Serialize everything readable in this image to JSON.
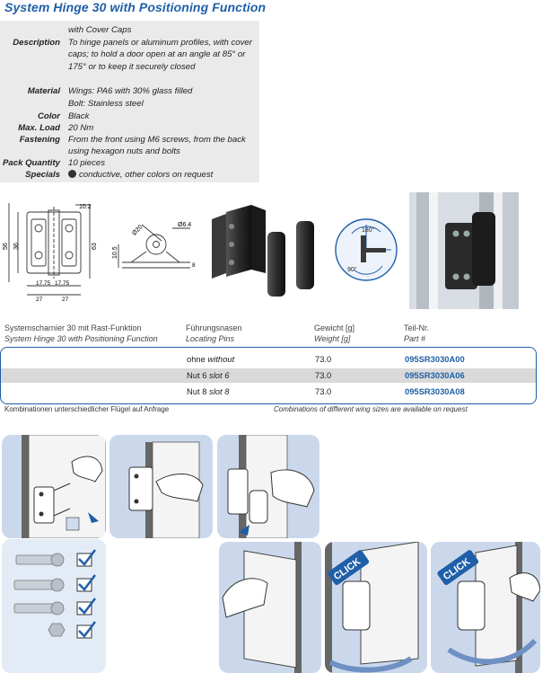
{
  "title": "System Hinge 30 with Positioning Function",
  "specs": [
    {
      "label": "",
      "value": "with Cover Caps"
    },
    {
      "label": "Description",
      "value": "To hinge panels or aluminum profiles, with cover caps; to hold a door open at an angle at 85° or 175° or to keep it securely closed"
    },
    {
      "label": "Material",
      "value": "Wings: PA6 with 30% glass filled"
    },
    {
      "label": "",
      "value": "Bolt: Stainless steel"
    },
    {
      "label": "Color",
      "value": "Black"
    },
    {
      "label": "Max. Load",
      "value": "20 Nm"
    },
    {
      "label": "Fastening",
      "value": "From the front using M6 screws, from the back using hexagon nuts and bolts"
    },
    {
      "label": "Pack Quantity",
      "value": "10 pieces"
    },
    {
      "label": "Specials",
      "value": "conductive, other colors on request"
    }
  ],
  "drawing": {
    "dim_top": "10.2",
    "dim_left": "56",
    "dim_mid": "36",
    "dim_right": "63",
    "dim_bottom_inner1": "17.75",
    "dim_bottom_inner2": "17.75",
    "dim_bottom1": "27",
    "dim_bottom2": "27",
    "side_dim1": "Ø20",
    "side_dim2": "Ø6.4",
    "side_dim3": "10.5",
    "side_dim4": "8",
    "angle1": "180°",
    "angle2": "90°"
  },
  "table": {
    "headers": [
      {
        "de": "Systemscharnier 30 mit Rast-Funktion",
        "en": "System Hinge 30 with Positioning Function"
      },
      {
        "de": "Führungsnasen",
        "en": "Locating Pins"
      },
      {
        "de": "Gewicht [g]",
        "en": "Weight [g]"
      },
      {
        "de": "Teil-Nr.",
        "en": "Part #"
      }
    ],
    "rows": [
      {
        "pins_de": "ohne",
        "pins_en": "without",
        "weight": "73.0",
        "part": "095SR3030A00"
      },
      {
        "pins_de": "Nut 6",
        "pins_en": "slot 6",
        "weight": "73.0",
        "part": "095SR3030A06"
      },
      {
        "pins_de": "Nut 8",
        "pins_en": "slot 8",
        "weight": "73.0",
        "part": "095SR3030A08"
      }
    ]
  },
  "notes": {
    "de": "Kombinationen unterschiedlicher Flügel auf Anfrage",
    "en": "Combinations of different wing sizes are available on request"
  },
  "click_label": "CLICK",
  "colors": {
    "accent": "#1f5fa8",
    "panel": "#cbd8ec",
    "spec_bg": "#eaeaea",
    "check": "#1f5fa8"
  }
}
